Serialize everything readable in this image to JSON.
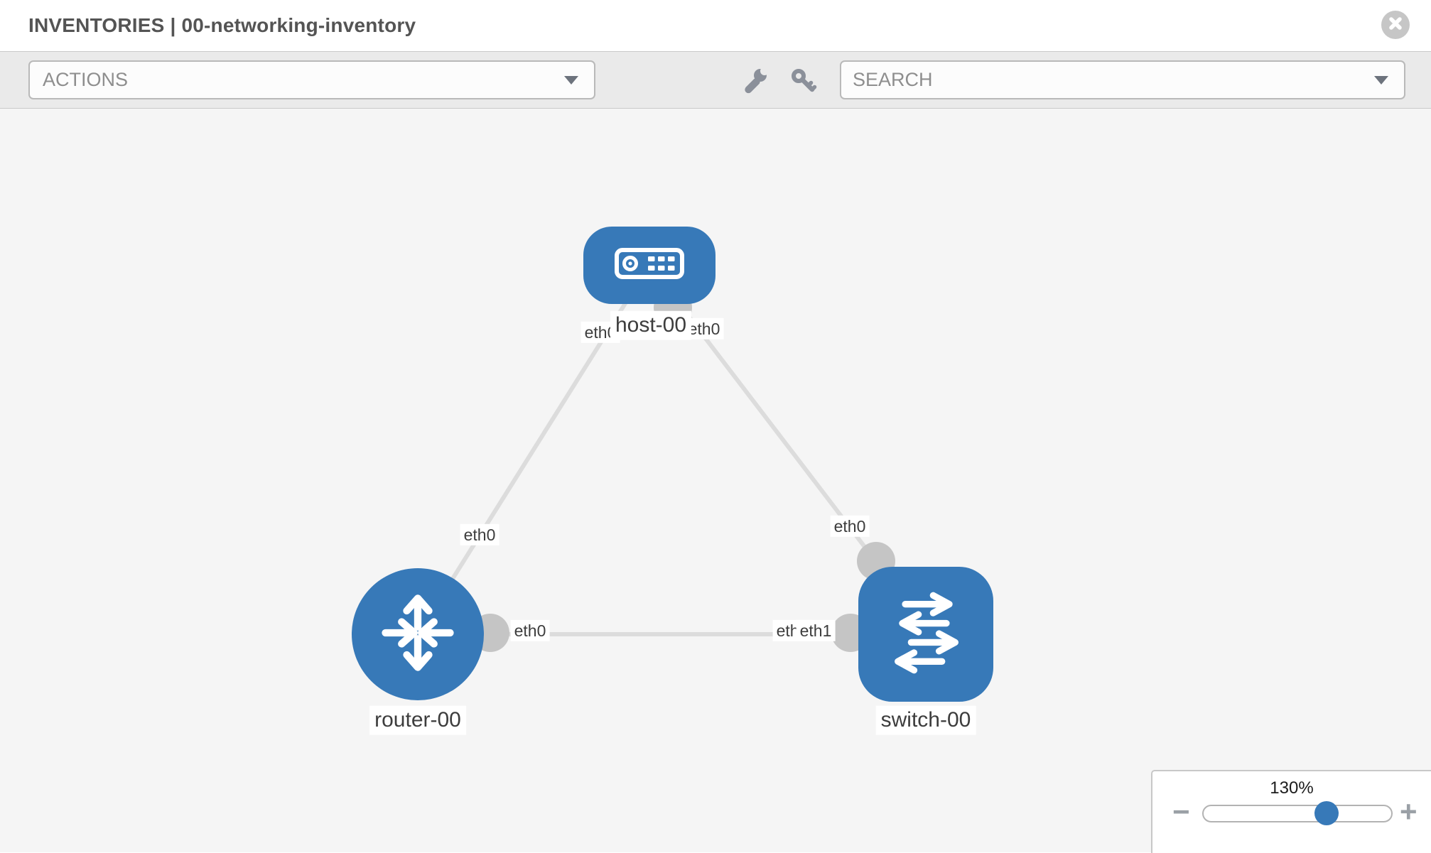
{
  "header": {
    "title": "INVENTORIES | 00-networking-inventory"
  },
  "toolbar": {
    "actions_label": "ACTIONS",
    "search_placeholder": "SEARCH",
    "icons": [
      "wrench-icon",
      "key-icon"
    ]
  },
  "topology": {
    "nodes": [
      {
        "name": "host-00",
        "type": "host"
      },
      {
        "name": "router-00",
        "type": "router"
      },
      {
        "name": "switch-00",
        "type": "switch"
      }
    ],
    "links": [
      {
        "source": "host-00",
        "source_interface": "eth0",
        "target": "router-00",
        "target_interface": "eth0"
      },
      {
        "source": "host-00",
        "source_interface": "eth0",
        "target": "switch-00",
        "target_interface": "eth0"
      },
      {
        "source": "router-00",
        "source_interface": "eth0",
        "target": "switch-00",
        "target_interface": "eth1"
      }
    ],
    "iface_labels": [
      "eth0",
      "eth0",
      "eth0",
      "eth0",
      "eth0",
      "eth0",
      "eth1"
    ]
  },
  "zoom": {
    "value": "130%",
    "minus": "−",
    "plus": "+"
  },
  "colors": {
    "node_blue": "#3779b8",
    "link_gray": "#dcdcdc",
    "connector_gray": "#c5c5c5",
    "canvas_bg": "#f5f5f5",
    "toolbar_bg": "#eaeaea"
  }
}
